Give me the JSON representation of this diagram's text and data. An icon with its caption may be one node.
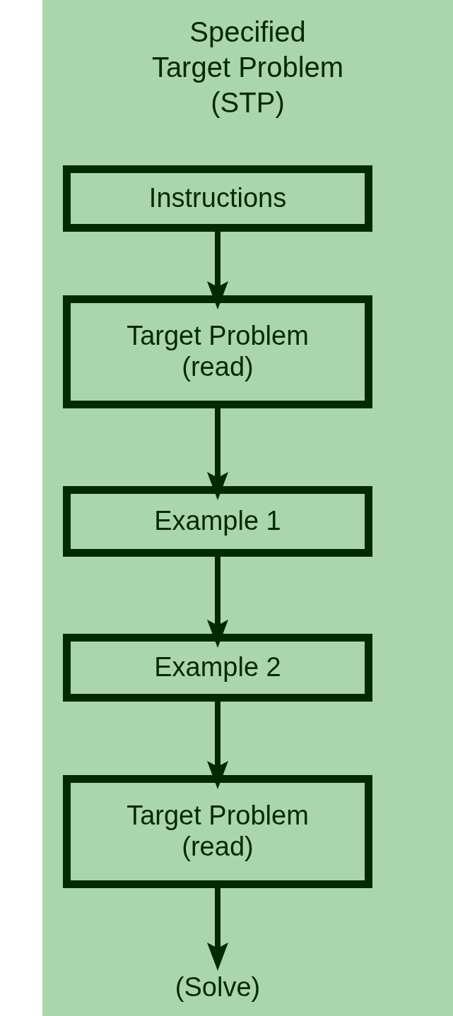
{
  "diagram": {
    "nodes": [
      {
        "text": [
          "Specified Target Problem (STP)"
        ]
      },
      {
        "text": [
          "Instructions"
        ],
        "in": 0
      },
      {
        "text": [
          "Target Problem (read)"
        ],
        "in": 0
      },
      {
        "text": [
          "Example 1"
        ],
        "in": 0
      },
      {
        "text": [
          "Example 2"
        ],
        "in": 0
      },
      {
        "text": [
          "Target Problem (read)"
        ],
        "in": 0
      },
      {
        "text": [
          "(Solve)"
        ],
        "in": 0
      }
    ],
    "edges": [
      {
        "from": 1,
        "to": 2,
        "arrow": "to"
      },
      {
        "from": 2,
        "to": 3,
        "arrow": "to"
      },
      {
        "from": 3,
        "to": 4,
        "arrow": "to"
      },
      {
        "from": 4,
        "to": 5,
        "arrow": "to"
      },
      {
        "from": 5,
        "to": 6,
        "arrow": "to"
      }
    ]
  }
}
